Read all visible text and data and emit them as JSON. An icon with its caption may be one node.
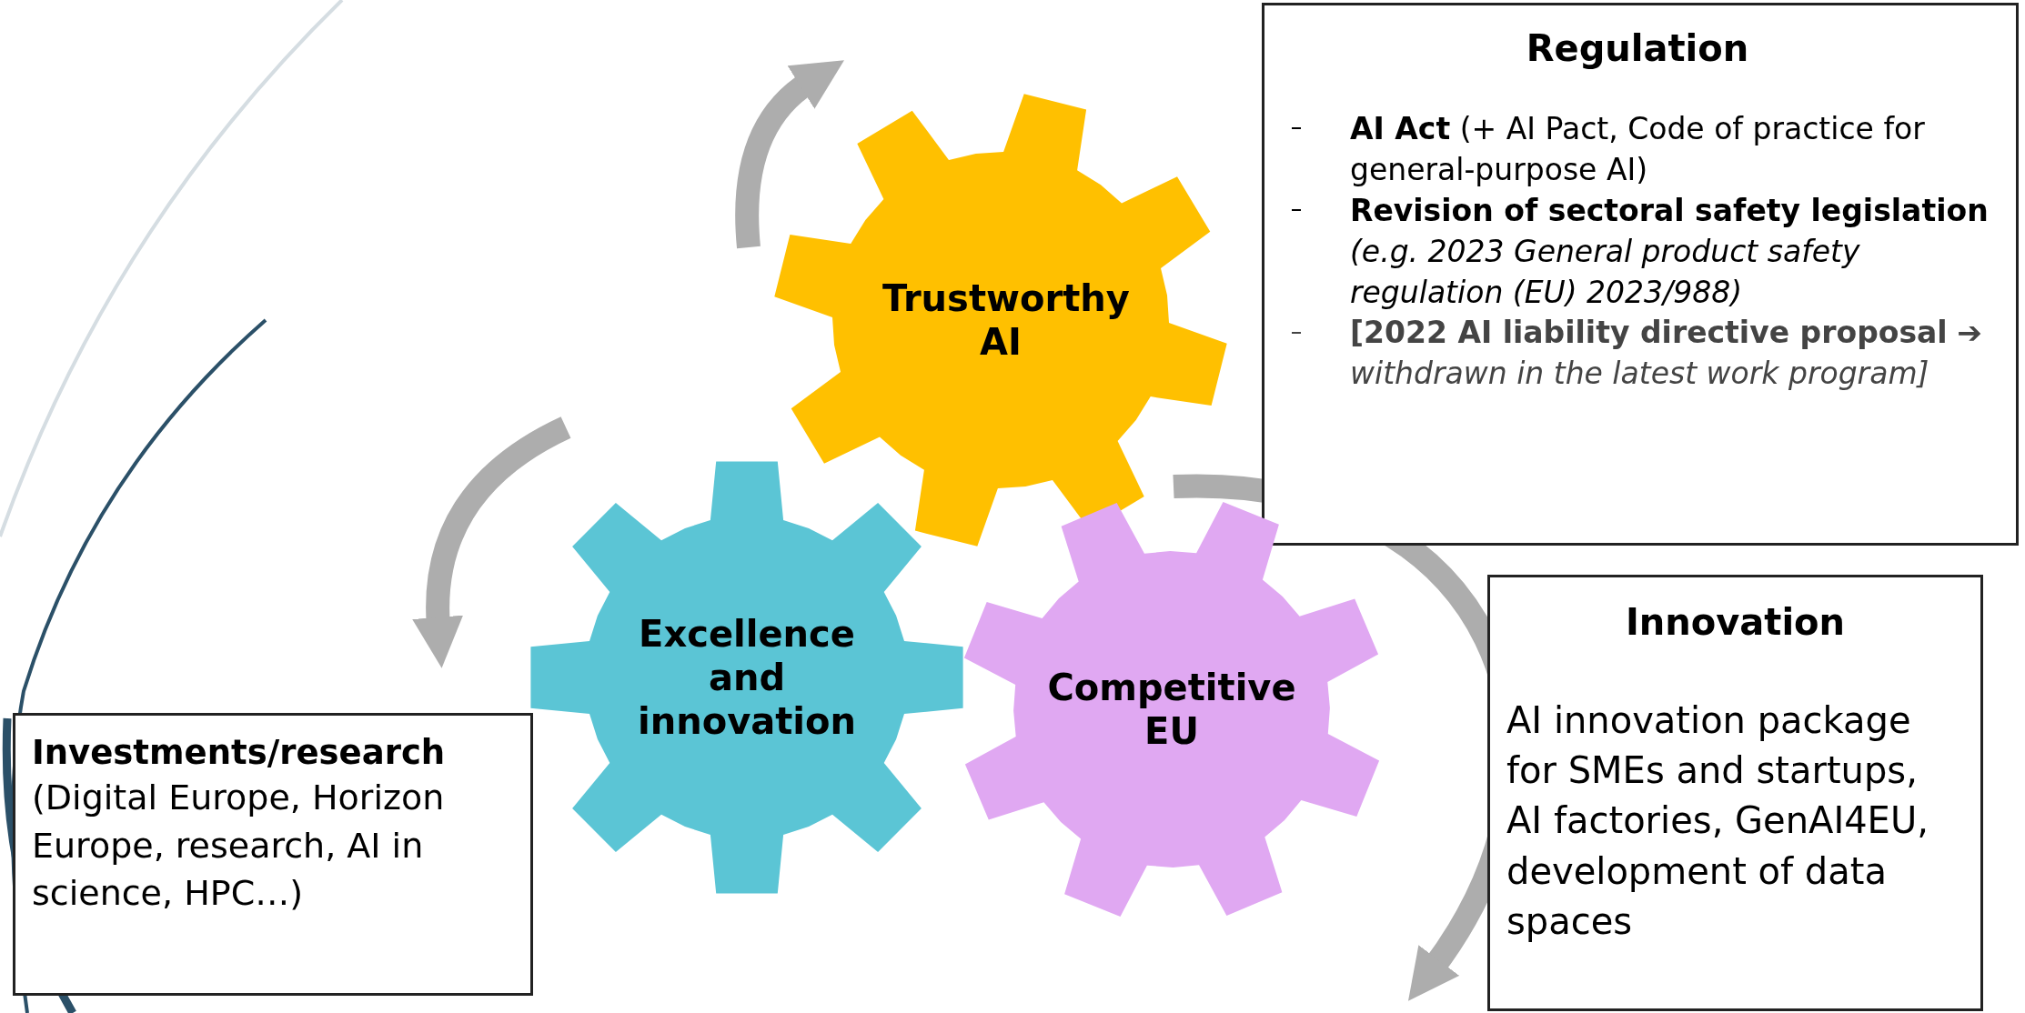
{
  "diagram": {
    "nodes": [
      {
        "text": [
          "Regulation",
          "**AI Act** (+ AI Pact, Code of practice for general-purpose AI)",
          "**Revision of sectoral safety legislation** *(e.g. 2023 General product safety regulation (EU) 2023/988)*",
          "**[2022 AI liability directive proposal** *➔ withdrawn in the latest work program]*"
        ]
      },
      {
        "text": [
          "Trustworthy AI"
        ]
      },
      {
        "text": [
          "Excellence and innovation"
        ]
      },
      {
        "text": [
          "Competitive EU"
        ]
      },
      {
        "text": [
          "Investments/research",
          "(Digital Europe, Horizon Europe, research, AI in science, HPC…)"
        ]
      },
      {
        "text": [
          "Innovation",
          "AI innovation package for SMEs and startups, AI factories, GenAI4EU, development of data spaces"
        ]
      }
    ]
  }
}
